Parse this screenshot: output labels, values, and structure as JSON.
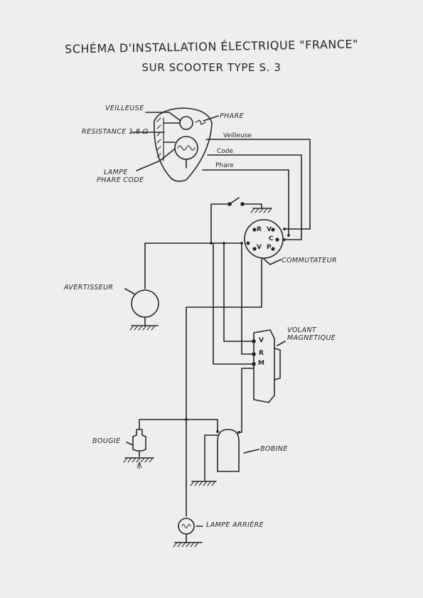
{
  "title": {
    "line1": "SCHÉMA D'INSTALLATION ÉLECTRIQUE \"FRANCE\"",
    "line2": "SUR SCOOTER TYPE S. 3"
  },
  "labels": {
    "veilleuse": "VEILLEUSE",
    "phare": "PHARE",
    "resistance": "RESISTANCE 1,8 Ω",
    "lampe_phare_code": [
      "LAMPE",
      "PHARE CODE"
    ],
    "commutateur": "COMMUTATEUR",
    "avertisseur": "AVERTISSEUR",
    "volant_magnetique": [
      "VOLANT",
      "MAGNETIQUE"
    ],
    "bougie": "BOUGIE",
    "bobine": "BOBINE",
    "lampe_arriere": "LAMPE ARRIÈRE"
  },
  "wire_labels": {
    "veilleuse": "Veilleuse",
    "code": "Code",
    "phare": "Phare"
  },
  "commutateur_pins": [
    "R",
    "V",
    "C",
    "P",
    "V"
  ],
  "volant_pins": [
    "V",
    "R",
    "M"
  ],
  "colors": {
    "ink": "#262626",
    "paper": "#efeeec"
  }
}
